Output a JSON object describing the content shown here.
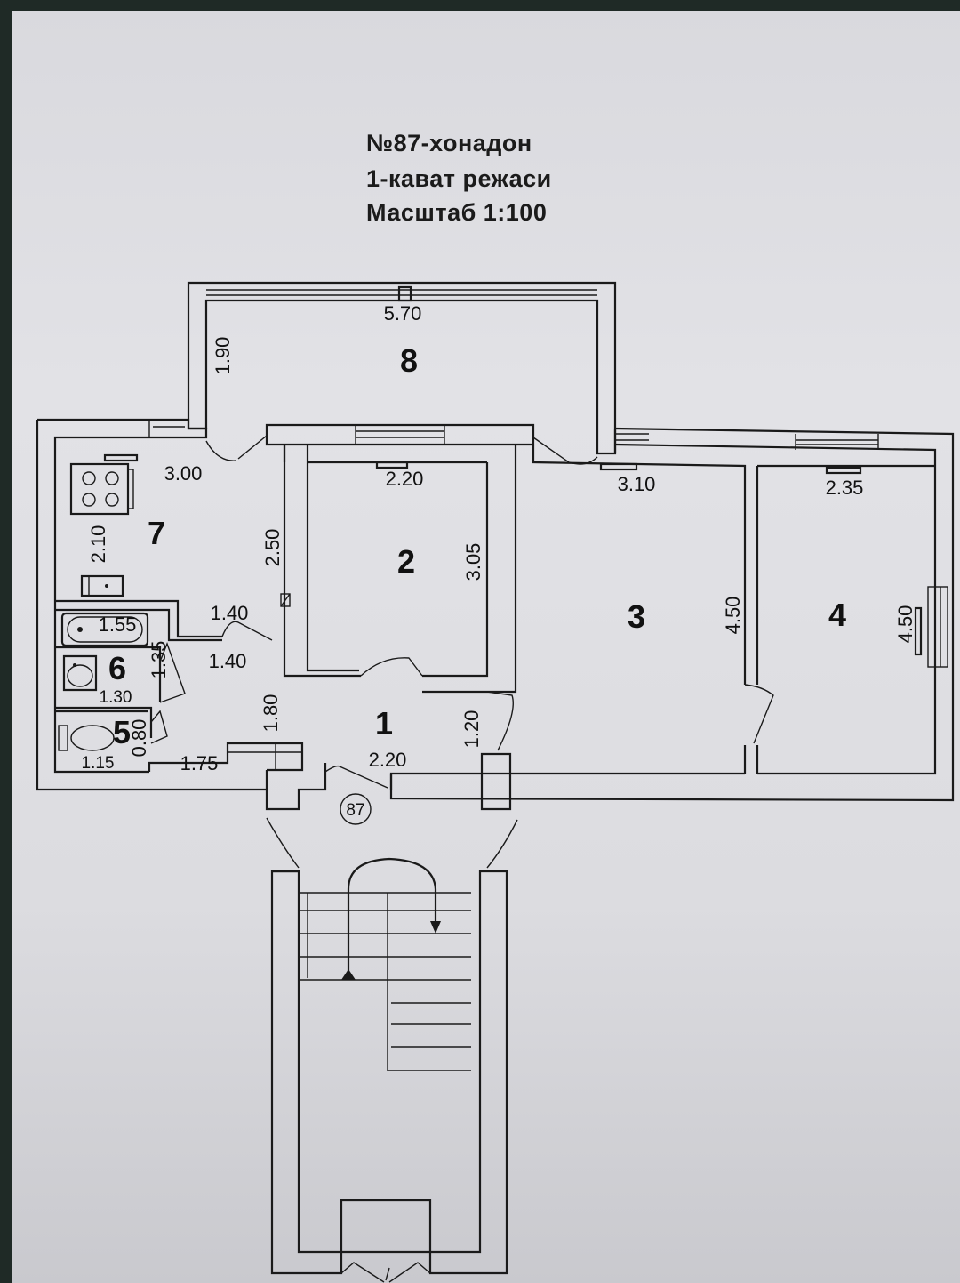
{
  "title": {
    "line1": "№87-хонадон",
    "line2": "1-кават режаси",
    "line3": "Масштаб 1:100"
  },
  "rooms": [
    {
      "id": "1",
      "label": "1"
    },
    {
      "id": "2",
      "label": "2"
    },
    {
      "id": "3",
      "label": "3"
    },
    {
      "id": "4",
      "label": "4"
    },
    {
      "id": "5",
      "label": "5"
    },
    {
      "id": "6",
      "label": "6"
    },
    {
      "id": "7",
      "label": "7"
    },
    {
      "id": "8",
      "label": "8"
    }
  ],
  "dimensions": {
    "balcony_length": "5.70",
    "balcony_width": "1.90",
    "kitchen_length": "3.00",
    "kitchen_width": "2.10",
    "corridor_upper": "2.50",
    "room2_width": "2.20",
    "room2_length": "3.05",
    "room3_width": "3.10",
    "room3_length": "4.50",
    "room4_width": "2.35",
    "room4_length": "4.50",
    "bath_length": "1.55",
    "bath_width": "1.35",
    "bath_sink_width": "1.30",
    "corridor_top": "1.40",
    "corridor_bottom": "1.40",
    "hall_height": "1.80",
    "toilet_length": "1.15",
    "toilet_width": "0.80",
    "hall_left": "1.75",
    "hall_width": "2.20",
    "hall_right": "1.20"
  },
  "unit_number": "87"
}
